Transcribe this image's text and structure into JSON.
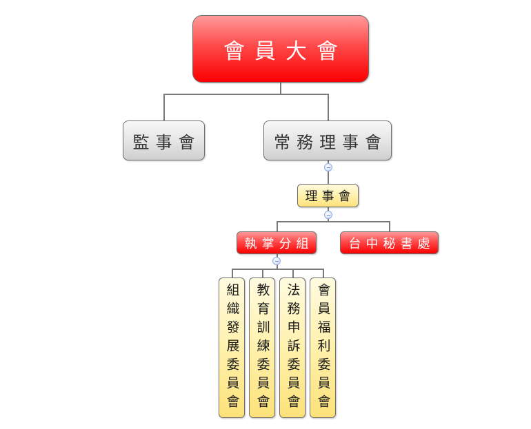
{
  "diagram": {
    "type": "org-chart",
    "colors": {
      "red_node": "#ff0000",
      "gray_node": "#dcdcdc",
      "yellow_node": "#ffeb99",
      "connector": "#7a7a7a",
      "collapse_icon": "#b9ccf2"
    },
    "root": {
      "label": "會員大會"
    },
    "level1": [
      {
        "label": "監事會"
      },
      {
        "label": "常務理事會"
      }
    ],
    "level2": {
      "label": "理事會"
    },
    "level3": [
      {
        "label": "執掌分組"
      },
      {
        "label": "台中秘書處"
      }
    ],
    "committees": [
      {
        "label": "組織發展委員會",
        "chars": [
          "組",
          "織",
          "發",
          "展",
          "委",
          "員",
          "會"
        ]
      },
      {
        "label": "教育訓練委員會",
        "chars": [
          "教",
          "育",
          "訓",
          "練",
          "委",
          "員",
          "會"
        ]
      },
      {
        "label": "法務申訴委員會",
        "chars": [
          "法",
          "務",
          "申",
          "訴",
          "委",
          "員",
          "會"
        ]
      },
      {
        "label": "會員福利委員會",
        "chars": [
          "會",
          "員",
          "福",
          "利",
          "委",
          "員",
          "會"
        ]
      }
    ],
    "collapse_icon": "minus-circle-icon"
  }
}
